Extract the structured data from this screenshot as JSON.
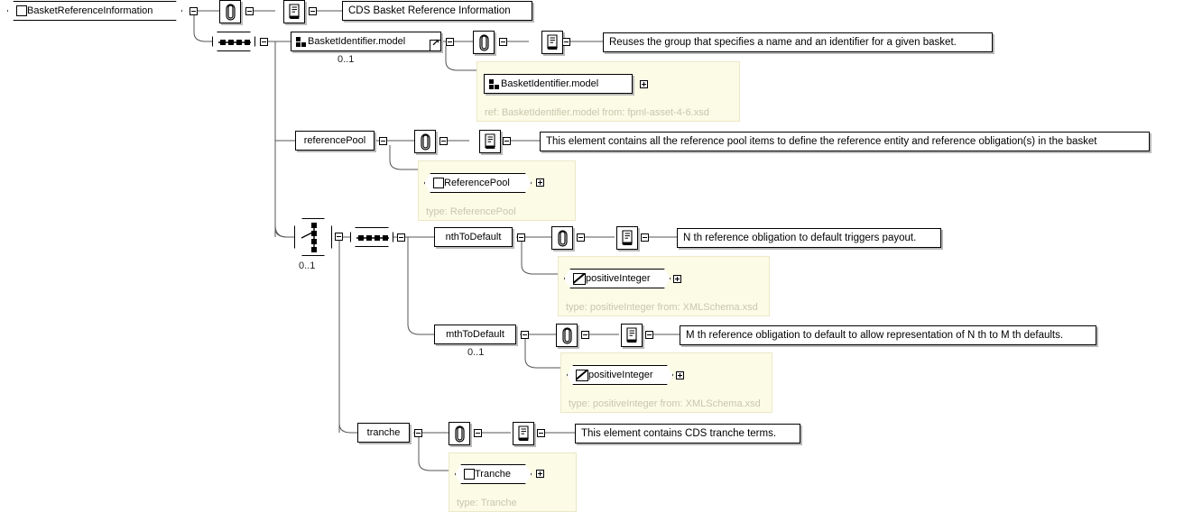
{
  "diagram": {
    "title": "BasketReferenceInformation",
    "root": {
      "name": "BasketReferenceInformation",
      "icon": "element-icon",
      "documentation": "CDS Basket Reference Information"
    },
    "nodes": [
      {
        "id": "basketIdentifierModel",
        "label": "BasketIdentifier.model",
        "icon": "group-icon",
        "occurrence": "0..1",
        "external_ref": true,
        "documentation": "Reuses the group that specifies a name and an identifier for a given basket.",
        "detail": {
          "label": "BasketIdentifier.model",
          "icon": "group-icon",
          "ref_text": "ref: BasketIdentifier.model from: fpml-asset-4-6.xsd"
        }
      },
      {
        "id": "referencePool",
        "label": "referencePool",
        "icon": "element-icon",
        "occurrence": "",
        "documentation": "This element contains all the reference pool items to define the reference entity and reference obligation(s) in the basket",
        "detail": {
          "label": "ReferencePool",
          "icon": "element-icon",
          "ref_text": "type: ReferencePool"
        }
      },
      {
        "id": "nthToDefault",
        "label": "nthToDefault",
        "icon": "element-icon",
        "occurrence": "",
        "documentation": "N th reference obligation to default triggers payout.",
        "detail": {
          "label": "positiveInteger",
          "icon": "simple-type-icon",
          "ref_text": "type: positiveInteger from: XMLSchema.xsd"
        }
      },
      {
        "id": "mthToDefault",
        "label": "mthToDefault",
        "icon": "element-icon",
        "occurrence": "0..1",
        "documentation": "M th reference obligation to default to allow representation of N th to M th defaults.",
        "detail": {
          "label": "positiveInteger",
          "icon": "simple-type-icon",
          "ref_text": "type: positiveInteger from: XMLSchema.xsd"
        }
      },
      {
        "id": "tranche",
        "label": "tranche",
        "icon": "element-icon",
        "occurrence": "",
        "documentation": "This element contains CDS tranche terms.",
        "detail": {
          "label": "Tranche",
          "icon": "element-icon",
          "ref_text": "type: Tranche"
        }
      }
    ],
    "compositors": [
      {
        "id": "root-sequence",
        "type": "sequence-icon",
        "occurrence": ""
      },
      {
        "id": "choice",
        "type": "choice-icon",
        "occurrence": "0..1"
      },
      {
        "id": "inner-sequence",
        "type": "sequence-icon",
        "occurrence": ""
      }
    ],
    "icons": {
      "annotation": "paperclip-icon",
      "documentation": "scroll-icon",
      "expand": "expand-plus-icon",
      "collapse": "collapse-minus-icon"
    },
    "colors": {
      "panel_background": "#fbfbe6",
      "panel_border": "#ece8c6",
      "panel_text": "#c9c6ad",
      "line": "#555555",
      "shadow": "#b9b9b9"
    }
  }
}
